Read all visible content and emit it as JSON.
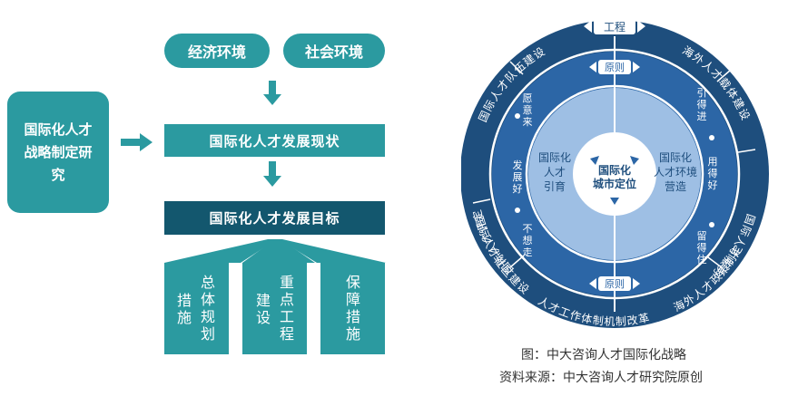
{
  "left": {
    "env1": "经济环境",
    "env2": "社会环境",
    "research": "国际化人才战略制定研究",
    "status": "国际化人才发展现状",
    "goal": "国际化人才发展目标",
    "col1_a": "措施",
    "col1_b": "总体规划",
    "col2_a": "建设",
    "col2_b": "重点工程",
    "col3": "保障措施"
  },
  "right": {
    "top_tag": "工程",
    "principle_top": "原则",
    "principle_bottom": "原则",
    "center": "国际化城市定位",
    "left_core": "国际化人才引育",
    "right_core": "国际化人才环境营造",
    "mid_left_1": "愿意来",
    "mid_left_2": "发展好",
    "mid_left_3": "不想走",
    "mid_right_1": "引得进",
    "mid_right_2": "用得好",
    "mid_right_3": "留得住",
    "outer_1": "国际人才队伍建设",
    "outer_2": "海外人才载体建设",
    "outer_3": "国际人才服务",
    "outer_4": "海外人才政策制定",
    "outer_5": "人才工作体制机制改革",
    "outer_6": "国际人才社区建设",
    "outer_7": "国际人才评定"
  },
  "caption": {
    "line1": "图：中大咨询人才国际化战略",
    "line2": "资料来源：中大咨询人才研究院原创"
  },
  "colors": {
    "teal": "#2b9aa0",
    "navy": "#13576e",
    "ring_outer": "#1e4e7d",
    "ring_mid": "#2c66a6",
    "core": "#9ebfe4"
  }
}
